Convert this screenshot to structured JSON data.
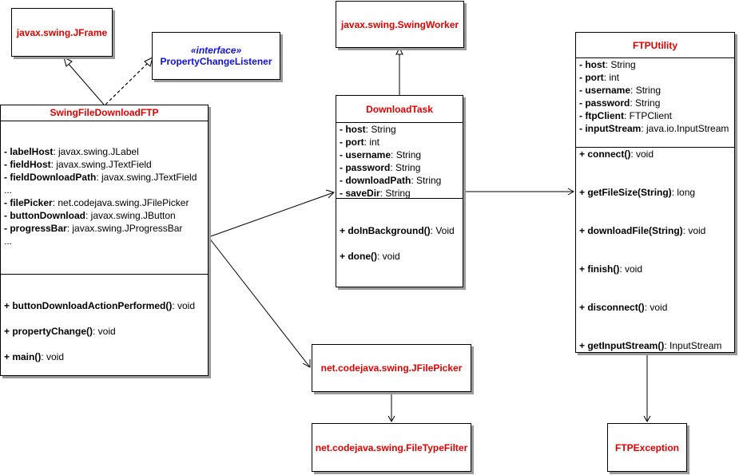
{
  "classes": {
    "jframe": {
      "name": "javax.swing.JFrame"
    },
    "pcl": {
      "stereotype": "«interface»",
      "name": "PropertyChangeListener"
    },
    "swingworker": {
      "name": "javax.swing.SwingWorker"
    },
    "main": {
      "name": "SwingFileDownloadFTP",
      "attributes": [
        {
          "name": "- labelHost",
          "type": ": javax.swing.JLabel"
        },
        {
          "name": "- fieldHost",
          "type": ": javax.swing.JTextField"
        },
        {
          "name": "- fieldDownloadPath",
          "type": ": javax.swing.JTextField"
        },
        {
          "name": "",
          "type": "..."
        },
        {
          "name": "- filePicker",
          "type": ": net.codejava.swing.JFilePicker"
        },
        {
          "name": "- buttonDownload",
          "type": ": javax.swing.JButton"
        },
        {
          "name": "- progressBar",
          "type": ": javax.swing.JProgressBar"
        },
        {
          "name": "",
          "type": "..."
        }
      ],
      "operations": [
        {
          "name": "+ buttonDownloadActionPerformed()",
          "type": ": void"
        },
        {
          "name": "+ propertyChange()",
          "type": ": void"
        },
        {
          "name": "+ main()",
          "type": ": void"
        }
      ]
    },
    "downloadtask": {
      "name": "DownloadTask",
      "attributes": [
        {
          "name": "- host",
          "type": ": String"
        },
        {
          "name": "- port",
          "type": ": int"
        },
        {
          "name": "- username",
          "type": ": String"
        },
        {
          "name": "- password",
          "type": ": String"
        },
        {
          "name": "- downloadPath",
          "type": ": String"
        },
        {
          "name": "- saveDir",
          "type": ": String"
        }
      ],
      "operations": [
        {
          "name": "+ doInBackground()",
          "type": ": Void"
        },
        {
          "name": "+ done()",
          "type": ": void"
        }
      ]
    },
    "ftputility": {
      "name": "FTPUtility",
      "attributes": [
        {
          "name": "- host",
          "type": ": String"
        },
        {
          "name": "- port",
          "type": ": int"
        },
        {
          "name": "- username",
          "type": ": String"
        },
        {
          "name": "- password",
          "type": ": String"
        },
        {
          "name": "- ftpClient",
          "type": ": FTPClient"
        },
        {
          "name": "- inputStream",
          "type": ": java.io.InputStream"
        }
      ],
      "operations": [
        {
          "name": "+ connect()",
          "type": ": void"
        },
        {
          "name": "+ getFileSize(String)",
          "type": ": long"
        },
        {
          "name": "+ downloadFile(String)",
          "type": ": void"
        },
        {
          "name": "+ finish()",
          "type": ": void"
        },
        {
          "name": "+ disconnect()",
          "type": ": void"
        },
        {
          "name": "+ getInputStream()",
          "type": ": InputStream"
        }
      ]
    },
    "jfilepicker": {
      "name": "net.codejava.swing.JFilePicker"
    },
    "filetypefilter": {
      "name": "net.codejava.swing.FileTypeFilter"
    },
    "ftpexception": {
      "name": "FTPException"
    }
  },
  "colors": {
    "class_name": "#e00000",
    "interface_name": "#1010e0",
    "line": "#000000",
    "shadow": "#9a9a9a"
  }
}
